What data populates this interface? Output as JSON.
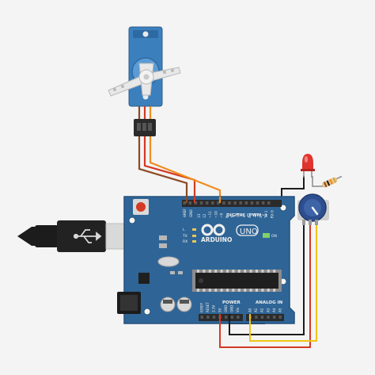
{
  "board": {
    "brand": "ARDUINO",
    "model": "UNO",
    "aref_label": "AREF",
    "gnd_label": "GND",
    "pins_top": [
      "13",
      "12",
      "~11",
      "~10",
      "~9",
      "8",
      "7",
      "~6",
      "~5",
      "4",
      "~3",
      "2",
      "TX 1",
      "RX 0"
    ],
    "digital_label": "DIGITAL (PWM~)",
    "l_label": "L",
    "tx_label": "TX",
    "rx_label": "RX",
    "on_label": "ON",
    "power_label": "POWER",
    "analog_label": "ANALOG IN",
    "power_pins": [
      "IOREF",
      "RESET",
      "3.3V",
      "5V",
      "GND",
      "GND",
      "Vin"
    ],
    "analog_pins": [
      "A0",
      "A1",
      "A2",
      "A3",
      "A4",
      "A5"
    ],
    "colors": {
      "board": "#2f6596",
      "board_edge": "#24527c",
      "header": "#2b2b2b",
      "chip": "#1f1f1f"
    }
  },
  "components": {
    "servo": {
      "icon": "servo-motor-icon",
      "body_color": "#3c7fbd"
    },
    "led": {
      "icon": "led-icon",
      "color": "#e0332d"
    },
    "resistor": {
      "icon": "resistor-icon"
    },
    "potentiometer": {
      "icon": "potentiometer-icon",
      "color": "#2d4f8f"
    },
    "usb_cable": {
      "icon": "usb-plug-icon"
    }
  },
  "wires": {
    "colors": {
      "red": "#d33a24",
      "brown": "#8b4a23",
      "orange": "#ef8d1f",
      "black": "#1c1c1c",
      "yellow": "#f0c419"
    }
  }
}
